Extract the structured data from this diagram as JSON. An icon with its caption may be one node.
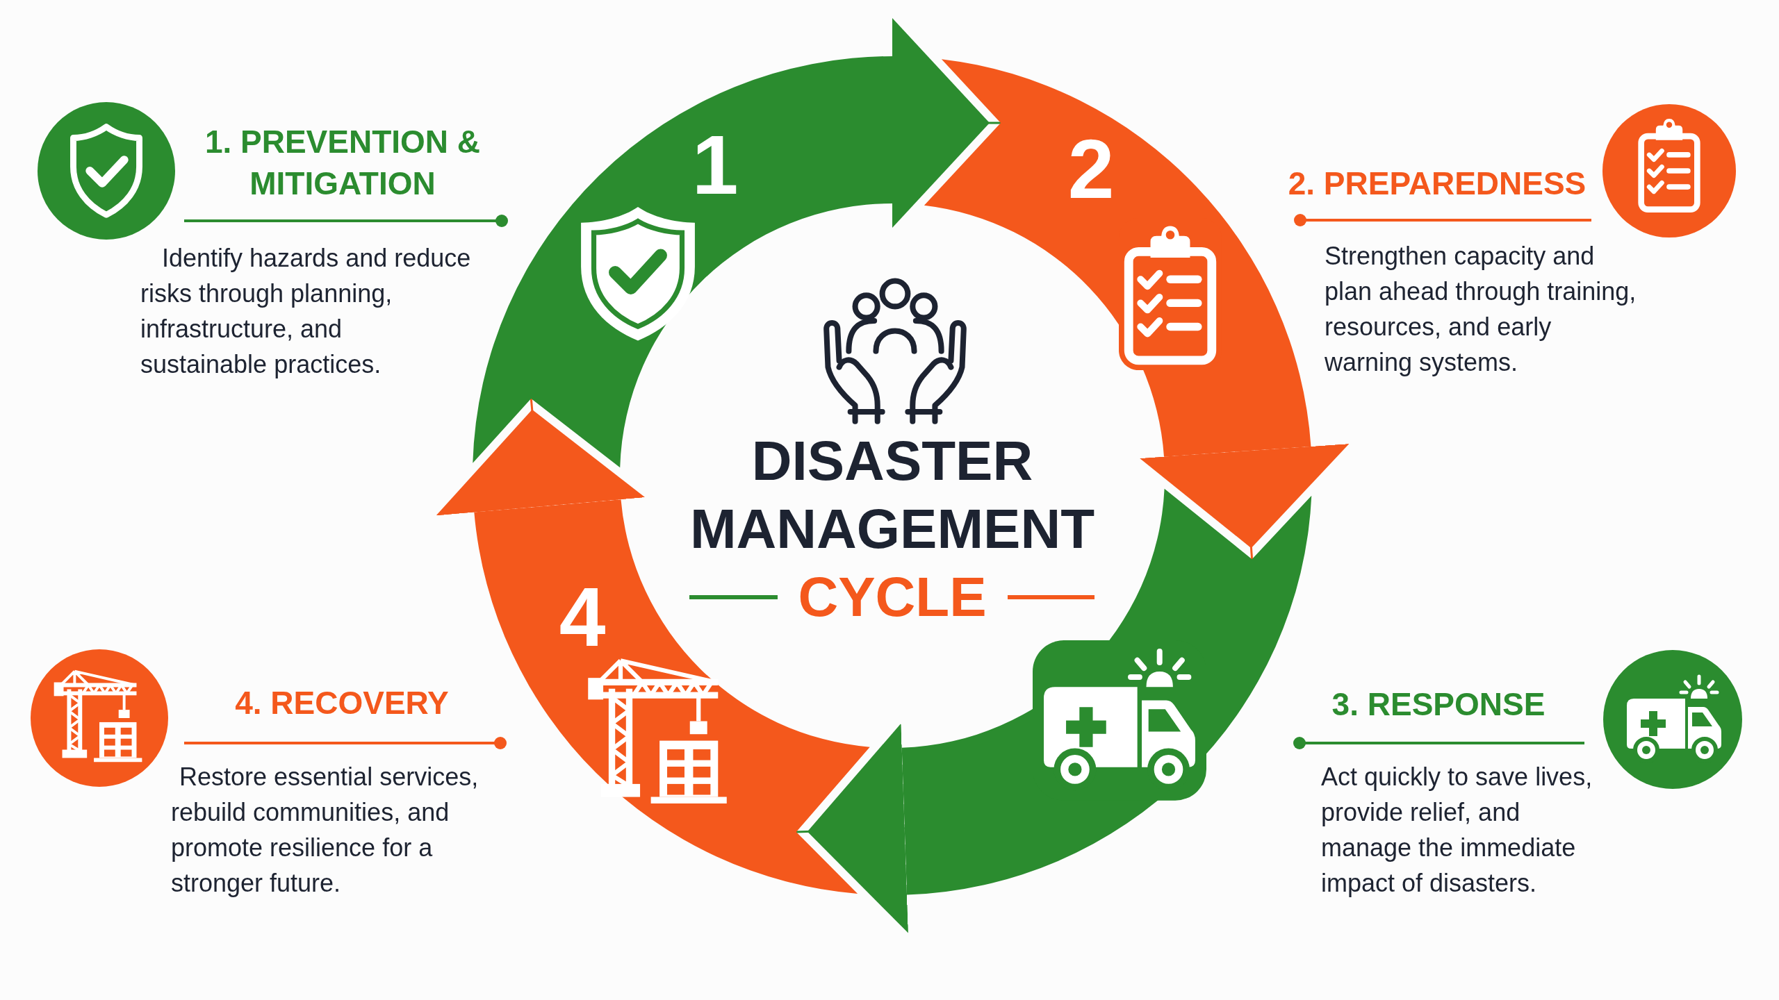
{
  "diagram": {
    "title": "DISASTER MANAGEMENT",
    "nodes": [
      {
        "text": [
          "1"
        ]
      },
      {
        "text": [
          "2"
        ]
      },
      {
        "text": [],
        "shape": "arrow"
      },
      {
        "text": [
          "4"
        ]
      },
      {
        "text": [
          "1. PREVENTION & MITIGATION",
          "Identify hazards and reduce risks through planning, infrastructure, and sustainable practices."
        ]
      },
      {
        "text": [
          "2. PREPAREDNESS",
          "Strengthen capacity and plan ahead through training, resources, and early warning systems."
        ]
      },
      {
        "text": [
          "3. RESPONSE",
          "Act quickly to save lives, provide relief, and manage the immediate impact of disasters."
        ]
      },
      {
        "text": [
          "4. RECOVERY",
          "Restore essential services, rebuild communities, and promote resilience for a stronger future."
        ]
      }
    ],
    "edges": [
      {
        "from": 0,
        "to": 1,
        "arrow": "to",
        "color": "#2b8c2f"
      },
      {
        "from": 1,
        "to": 2,
        "arrow": "to",
        "color": "#f4581c"
      },
      {
        "from": 2,
        "to": 3,
        "arrow": "to",
        "color": "#2b8c2f"
      },
      {
        "from": 3,
        "to": 0,
        "arrow": "to",
        "color": "#f4581c"
      }
    ],
    "labels": [
      "CYCLE"
    ]
  }
}
